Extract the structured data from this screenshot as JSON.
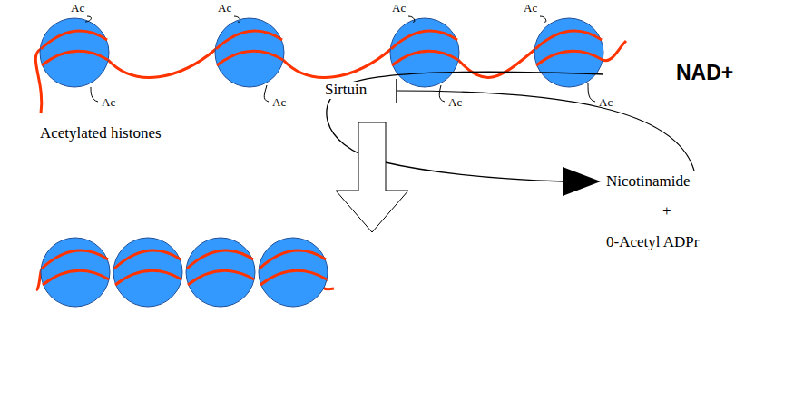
{
  "diagram": {
    "labels": [
      "Ac",
      "Ac",
      "Ac",
      "Ac",
      "Ac",
      "Ac",
      "Ac",
      "Ac",
      "Acetylated histones",
      "NAD+",
      "Sirtuin",
      "Nicotinamide",
      "+",
      "0-Acetyl ADPr"
    ]
  }
}
